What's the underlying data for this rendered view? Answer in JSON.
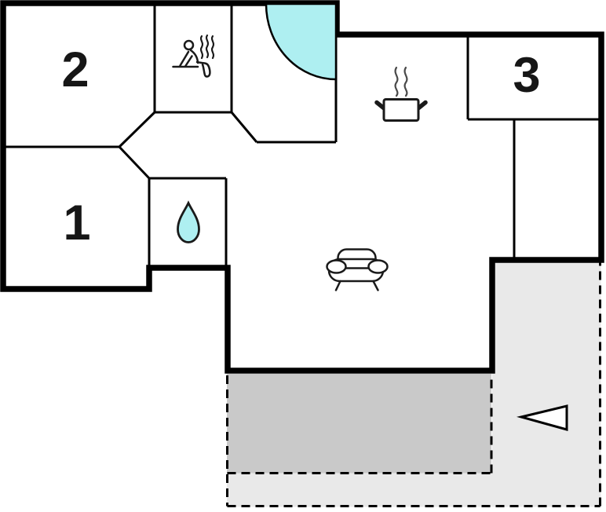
{
  "plan": {
    "room1_label": "1",
    "room2_label": "2",
    "room3_label": "3"
  },
  "icons": {
    "sauna": "person-in-sauna-with-steam",
    "corner_bath": "corner-bathtub",
    "bathroom": "water-drop",
    "kitchen": "cooking-pot-with-steam",
    "living_room": "sofa",
    "direction": "left-pointing-triangle"
  },
  "colors": {
    "wall": "#000000",
    "water": "#aeeff1",
    "terrace_light": "#e9e9e9",
    "terrace_dark": "#c9c9c9",
    "steam": "#4a4a4a",
    "background": "#ffffff"
  }
}
